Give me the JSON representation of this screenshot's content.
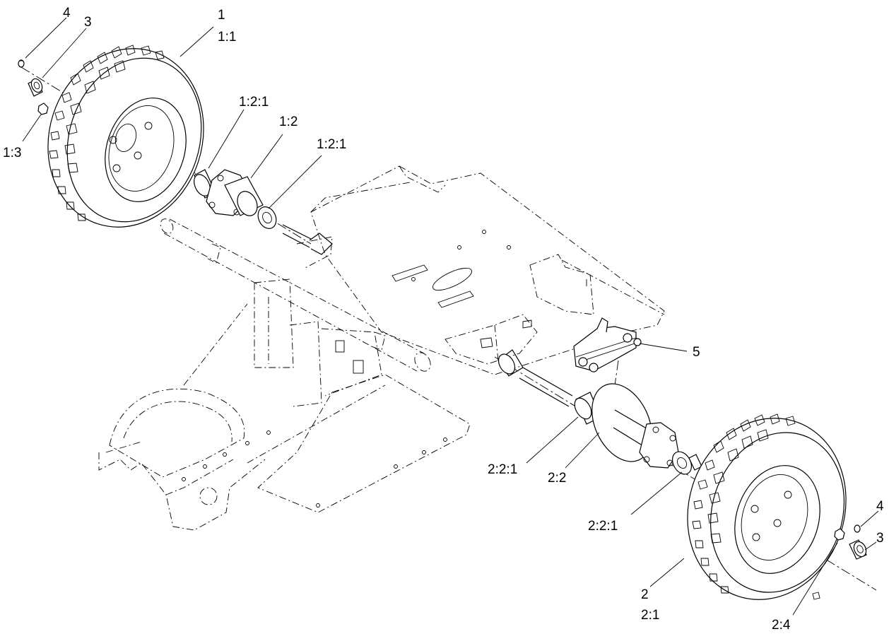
{
  "labels": {
    "left_wheel_item": "1",
    "left_wheel_sub": "1:1",
    "left_nut_item": "4",
    "left_cap_item": "3",
    "left_lug_nut": "1:3",
    "left_bearing_a": "1:2:1",
    "left_hub": "1:2",
    "left_bearing_b": "1:2:1",
    "chain_link": "5",
    "right_bearing_a": "2:2:1",
    "right_hub": "2:2",
    "right_bearing_b": "2:2:1",
    "right_wheel_item": "2",
    "right_wheel_sub": "2:1",
    "right_lug_nut": "2:4",
    "right_nut_item": "4",
    "right_cap_item": "3"
  },
  "colors": {
    "line": "#000000",
    "background": "#ffffff"
  }
}
